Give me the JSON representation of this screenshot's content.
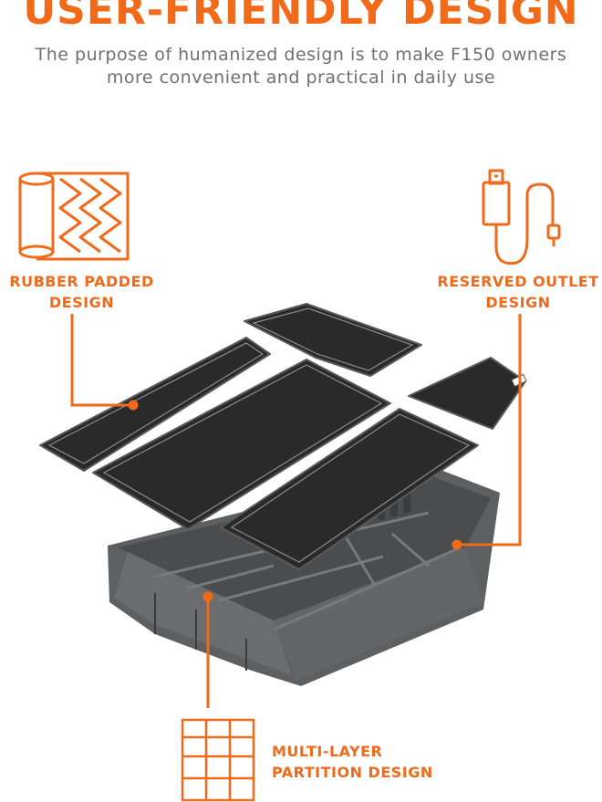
{
  "header": {
    "title": "USER-FRIENDLY DESIGN",
    "subtitle_line1": "The purpose of humanized design is to make F150 owners",
    "subtitle_line2": "more convenient and practical in daily use"
  },
  "features": {
    "rubber": {
      "line1": "RUBBER PADDED",
      "line2": "DESIGN",
      "icon": "rubber-mat-roll-icon"
    },
    "outlet": {
      "line1": "RESERVED OUTLET",
      "line2": "DESIGN",
      "icon": "usb-cable-icon"
    },
    "partition": {
      "line1": "MULTI-LAYER",
      "line2": "PARTITION DESIGN",
      "icon": "grid-partition-icon"
    }
  },
  "colors": {
    "accent": "#f06a1a",
    "subtitle_text": "#707070",
    "tray_gray": "#5a5c5e",
    "mat_black": "#2a2a2a"
  }
}
